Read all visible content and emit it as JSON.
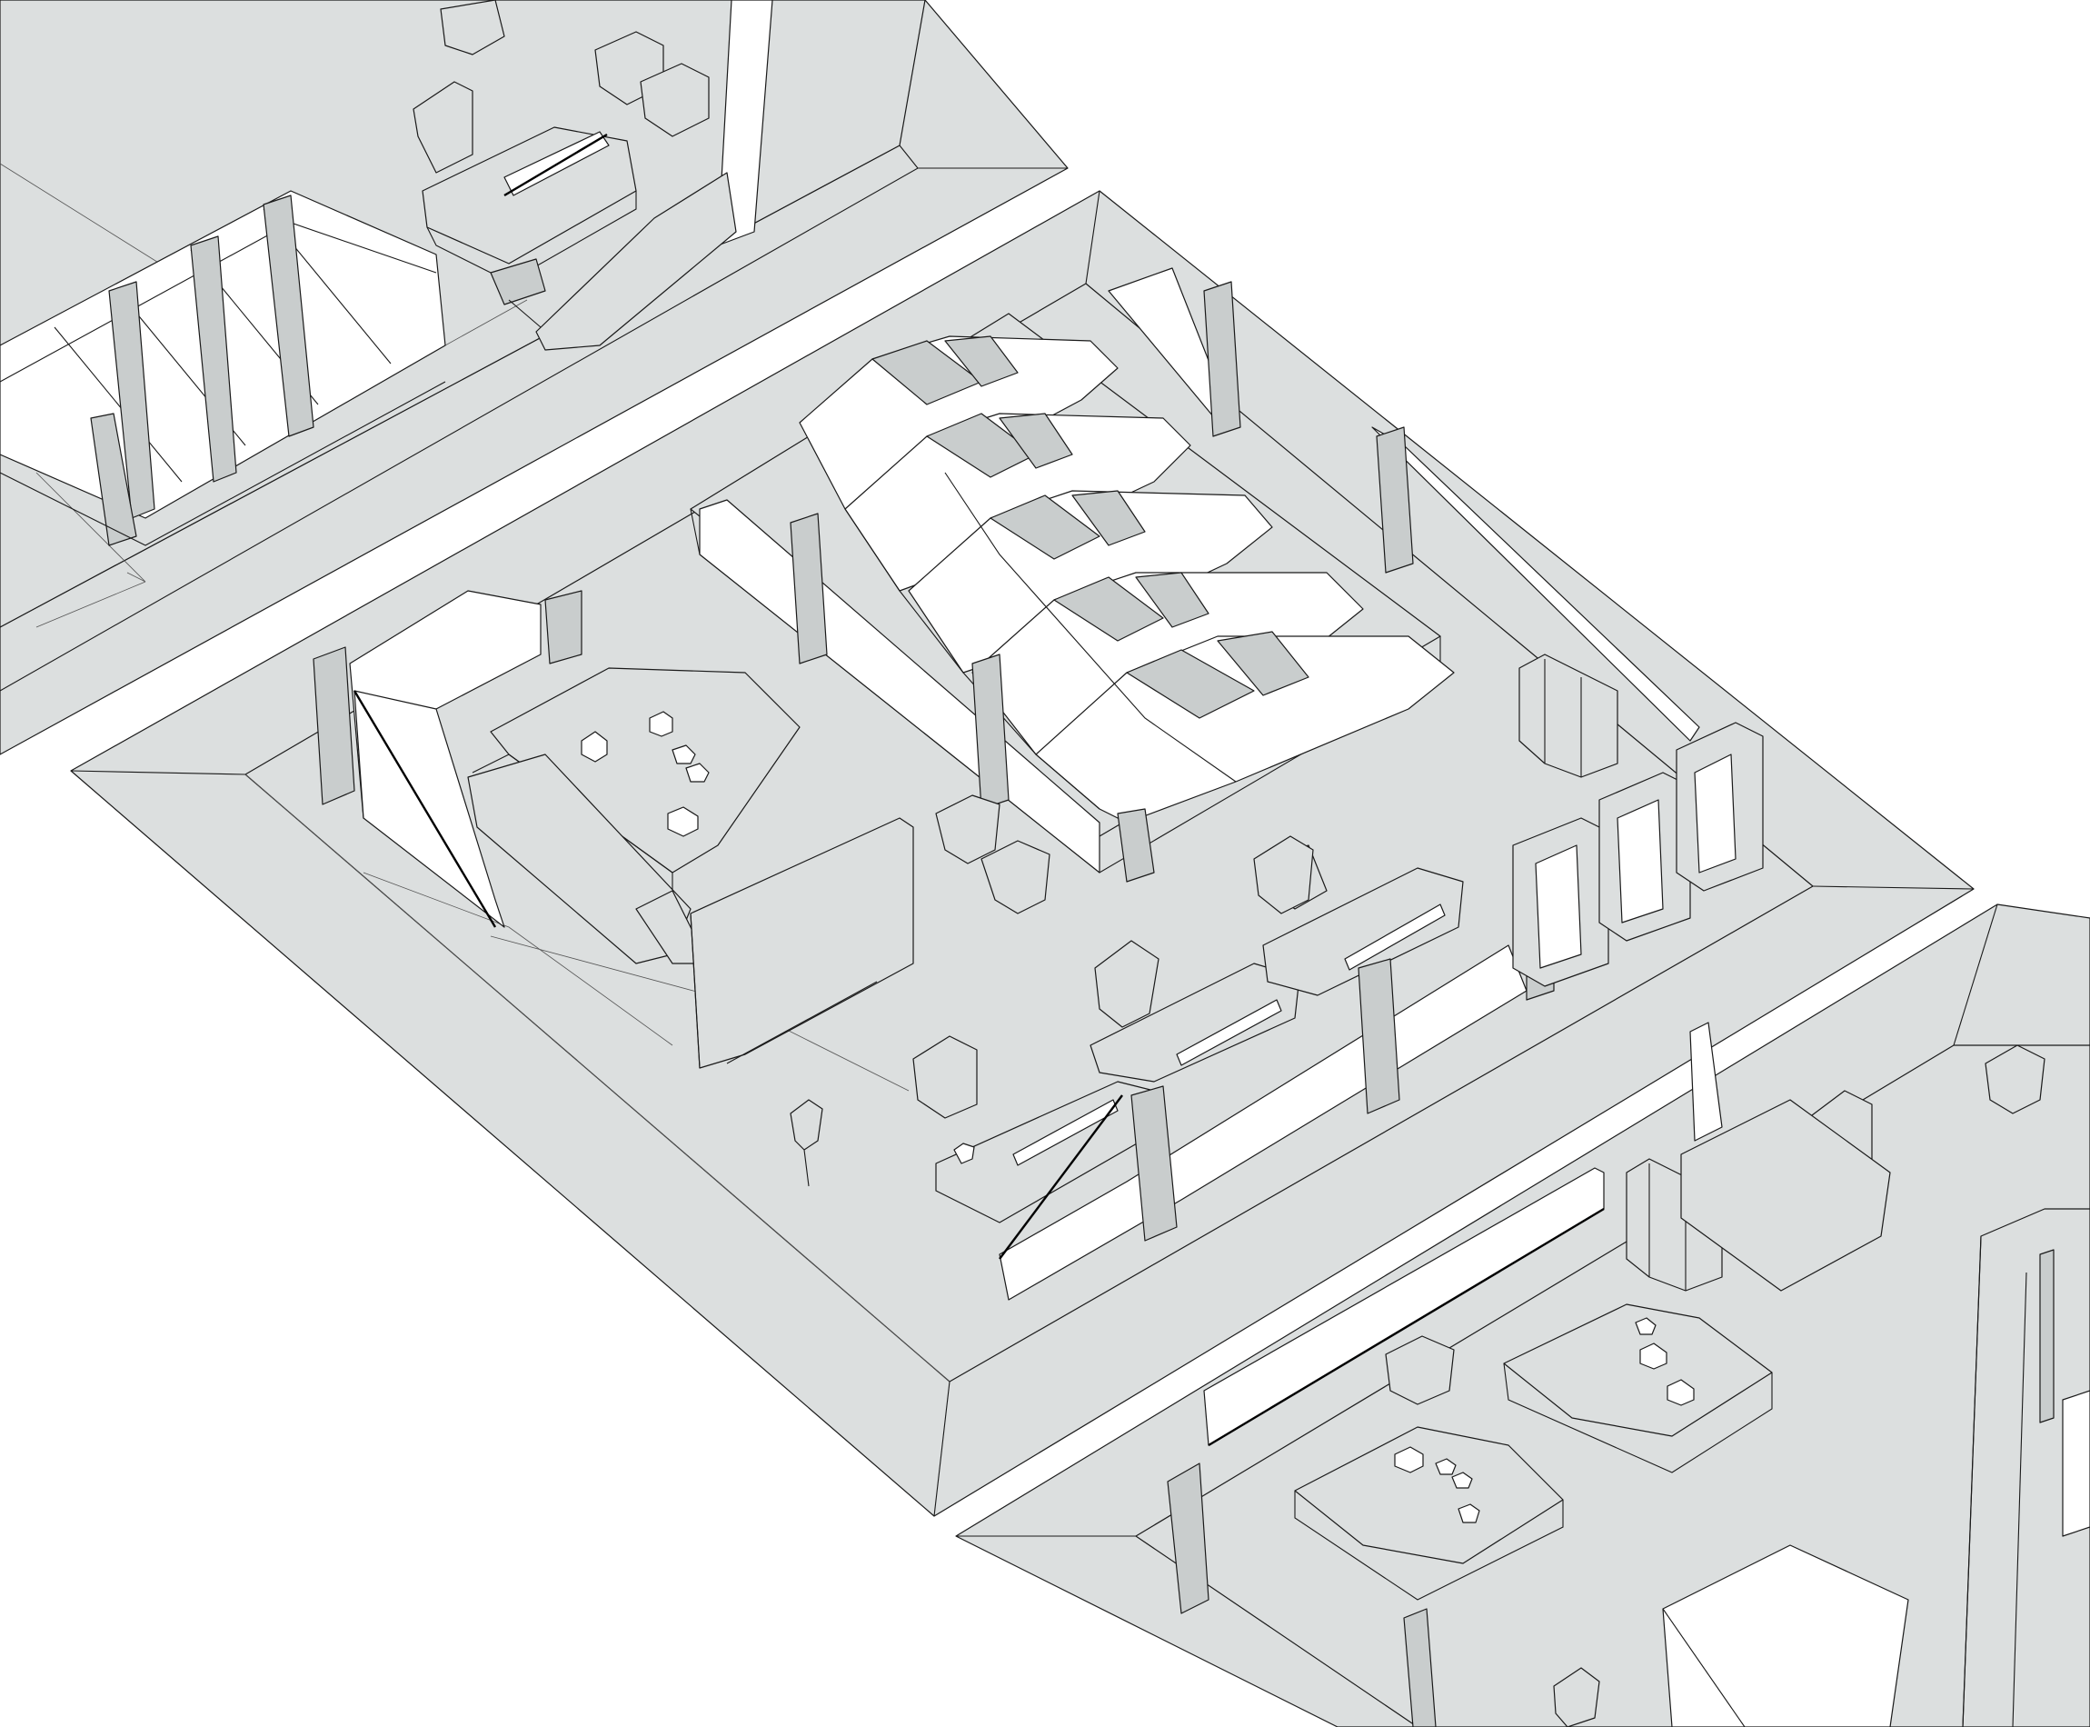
{
  "image": {
    "kind": "isometric line drawing of three modular floor sections with furniture",
    "background_color": "#ffffff",
    "floor_color": "#dcdfdf",
    "line_color": "#1a1a1a"
  },
  "modules": [
    {
      "name": "top-left",
      "contents": [
        "sleeping-pods",
        "desk",
        "chairs",
        "monitor",
        "armchairs"
      ]
    },
    {
      "name": "center",
      "contents": [
        "sleeping-pods",
        "table",
        "armchairs",
        "chairs",
        "desks",
        "monitors",
        "partition-glass",
        "lockers",
        "cabinets"
      ]
    },
    {
      "name": "bottom-right",
      "contents": [
        "tables",
        "armchair",
        "lockers",
        "chairs",
        "partition-glass",
        "cylindrical-column"
      ]
    }
  ]
}
